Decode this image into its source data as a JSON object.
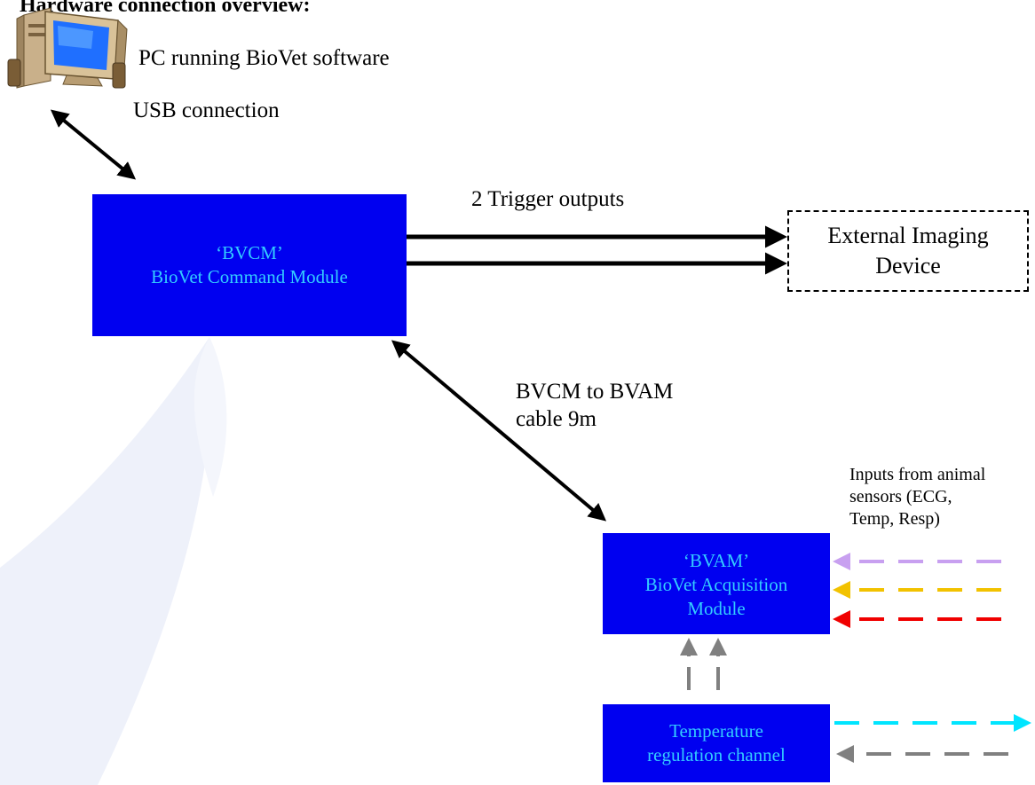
{
  "heading": "Hardware connection overview:",
  "pc_label": "PC running BioVet software",
  "usb_label": "USB connection",
  "trigger_label": "2 Trigger outputs",
  "cable_label": [
    "BVCM to BVAM",
    "cable 9m"
  ],
  "sensors_label": [
    "Inputs from animal",
    "sensors (ECG,",
    "Temp, Resp)"
  ],
  "bvcm": {
    "line1": "‘BVCM’",
    "line2": "BioVet Command Module"
  },
  "external_device": {
    "line1": "External Imaging",
    "line2": "Device"
  },
  "bvam": {
    "line1": "‘BVAM’",
    "line2": "BioVet Acquisition",
    "line3": "Module"
  },
  "temp_channel": {
    "line1": "Temperature",
    "line2": "regulation channel"
  },
  "colors": {
    "module_fill": "#0000f0",
    "module_text": "#33ccff",
    "sensor_ecg": "#c8a0f0",
    "sensor_temp": "#f2c200",
    "sensor_resp": "#f00000",
    "temp_out": "#00e5ff",
    "temp_in": "#808080",
    "link_up": "#808080",
    "connector": "#000000"
  },
  "icons": {
    "pc": "desktop-computer-icon"
  }
}
